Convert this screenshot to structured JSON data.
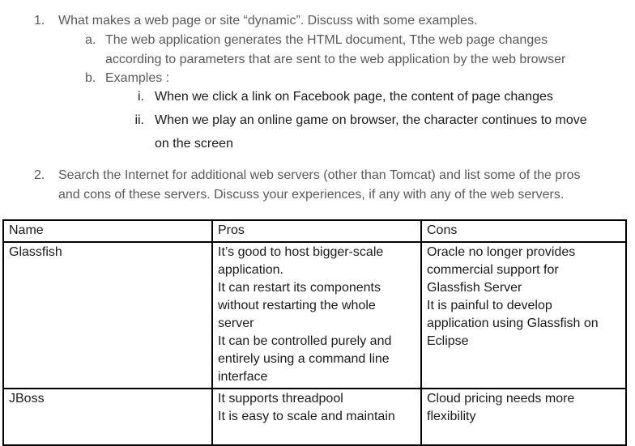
{
  "document": {
    "q1": {
      "number": "1.",
      "text": "What makes a web page or site “dynamic”. Discuss with some examples.",
      "sub_a": {
        "marker": "a.",
        "text": "The web application generates the HTML document, Tthe web page changes\naccording to parameters that are sent to the web application by the web browser"
      },
      "sub_b": {
        "marker": "b.",
        "text": "Examples :"
      },
      "example_i": {
        "marker": "i.",
        "text": "When we click a link on Facebook page, the content of page changes"
      },
      "example_ii": {
        "marker": "ii.",
        "text": "When we play an online game on browser, the character continues to move\non the screen"
      }
    },
    "q2": {
      "number": "2.",
      "text": "Search the Internet for additional web servers (other than Tomcat) and list some of the pros\nand cons of these servers. Discuss your experiences, if any with any of the web servers."
    },
    "table": {
      "headers": [
        "Name",
        "Pros",
        "Cons"
      ],
      "rows": [
        {
          "name": "Glassfish",
          "pros": "It’s good to host bigger-scale\napplication.\nIt can restart its components\nwithout restarting the whole\nserver\nIt can be controlled purely and\nentirely using a command line\ninterface",
          "cons": "Oracle no longer provides\ncommercial support for\nGlassfish Server\nIt is painful to develop\napplication using Glassfish on\nEclipse"
        },
        {
          "name": "JBoss",
          "pros": "It supports threadpool\nIt is easy to scale and maintain",
          "cons": "Cloud pricing needs more\nflexibility"
        }
      ]
    },
    "colors": {
      "background": "#ffffff",
      "list-text": "#595959",
      "body-text": "#1a1a1a",
      "border": "#000000"
    }
  }
}
